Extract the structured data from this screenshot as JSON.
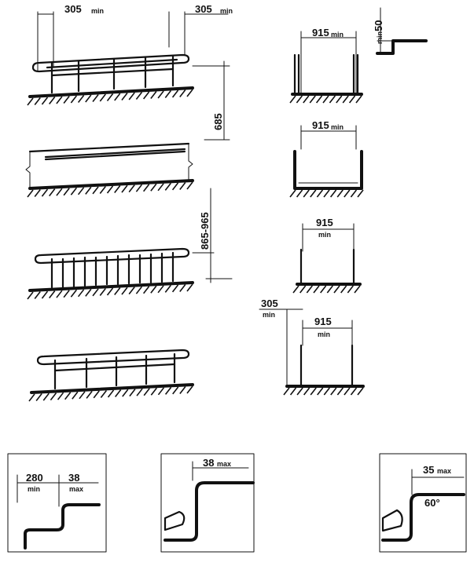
{
  "ramp_handrails": {
    "extension_top_dim": "305",
    "extension_bottom_dim": "305",
    "min_suffix": "min",
    "height_dim": "685",
    "range_dim": "865-965"
  },
  "curb_sections": {
    "section1_width": "915",
    "section2_width": "915",
    "section3_width": "915",
    "section4_width": "915",
    "section4_height": "305",
    "min_suffix": "min",
    "edge_detail_dim": "50"
  },
  "stair_details": {
    "tread_dim": "280",
    "nosing_dim_1": "38",
    "nosing_dim_2": "38",
    "nosing_dim_3": "35",
    "angle_label": "60°",
    "min_suffix": "min",
    "max_suffix": "max"
  }
}
